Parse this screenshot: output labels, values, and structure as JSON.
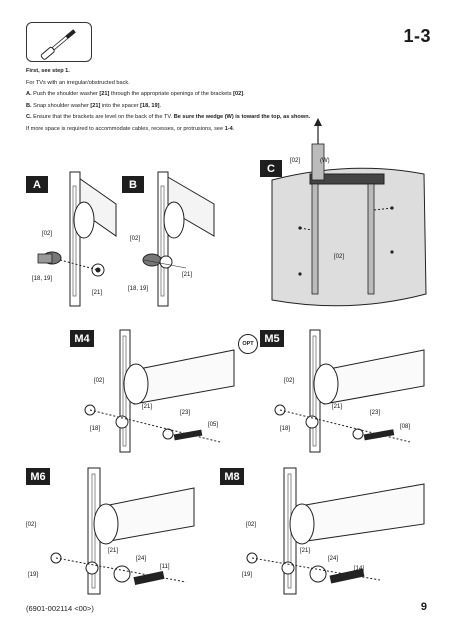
{
  "header": {
    "section": "1-3"
  },
  "instructions": {
    "first": "First, see step 1.",
    "irregular": "For TVs with an irregular/obstructed back.",
    "stepA_letter": "A.",
    "stepA_text": "Push the shoulder washer",
    "stepA_b1": "[21]",
    "stepA_mid": "through the appropriate openings of the brackets",
    "stepA_b2": "[02]",
    "stepB_letter": "B.",
    "stepB_text": "Snap shoulder washer",
    "stepB_b1": "[21]",
    "stepB_mid": "into the spacer",
    "stepB_b2": "[18, 19]",
    "stepC_letter": "C.",
    "stepC_text": "Ensure that the brackets are level on the back of the TV.",
    "stepC_bold": "Be sure the wedge (W) is toward the top, as shown.",
    "more_space": "If more space is required to accommodate cables, recesses, or protrusions, see",
    "more_space_ref": "1-4"
  },
  "panels": {
    "A": {
      "tag": "A",
      "bracket": "[02]",
      "spacer": "[18, 19]",
      "washer": "[21]"
    },
    "B": {
      "tag": "B",
      "bracket": "[02]",
      "spacer": "[18, 19]",
      "washer": "[21]"
    },
    "C": {
      "tag": "C",
      "bracket": "[02]",
      "wedge": "(W)",
      "bracket2": "[02]"
    },
    "M4": {
      "tag": "M4",
      "bracket": "[02]",
      "washer": "[21]",
      "washer2": "[23]",
      "spacer": "[18]",
      "screw": "[05]"
    },
    "opt": "OPT",
    "M5": {
      "tag": "M5",
      "bracket": "[02]",
      "washer": "[21]",
      "washer2": "[23]",
      "spacer": "[18]",
      "screw": "[08]"
    },
    "M6": {
      "tag": "M6",
      "bracket": "[02]",
      "washer": "[21]",
      "washer2": "[24]",
      "spacer": "[19]",
      "screw": "[11]"
    },
    "M8": {
      "tag": "M8",
      "bracket": "[02]",
      "washer": "[21]",
      "washer2": "[24]",
      "spacer": "[19]",
      "screw": "[14]"
    }
  },
  "footer": {
    "code": "(6901-002114 <00>)",
    "page": "9"
  }
}
